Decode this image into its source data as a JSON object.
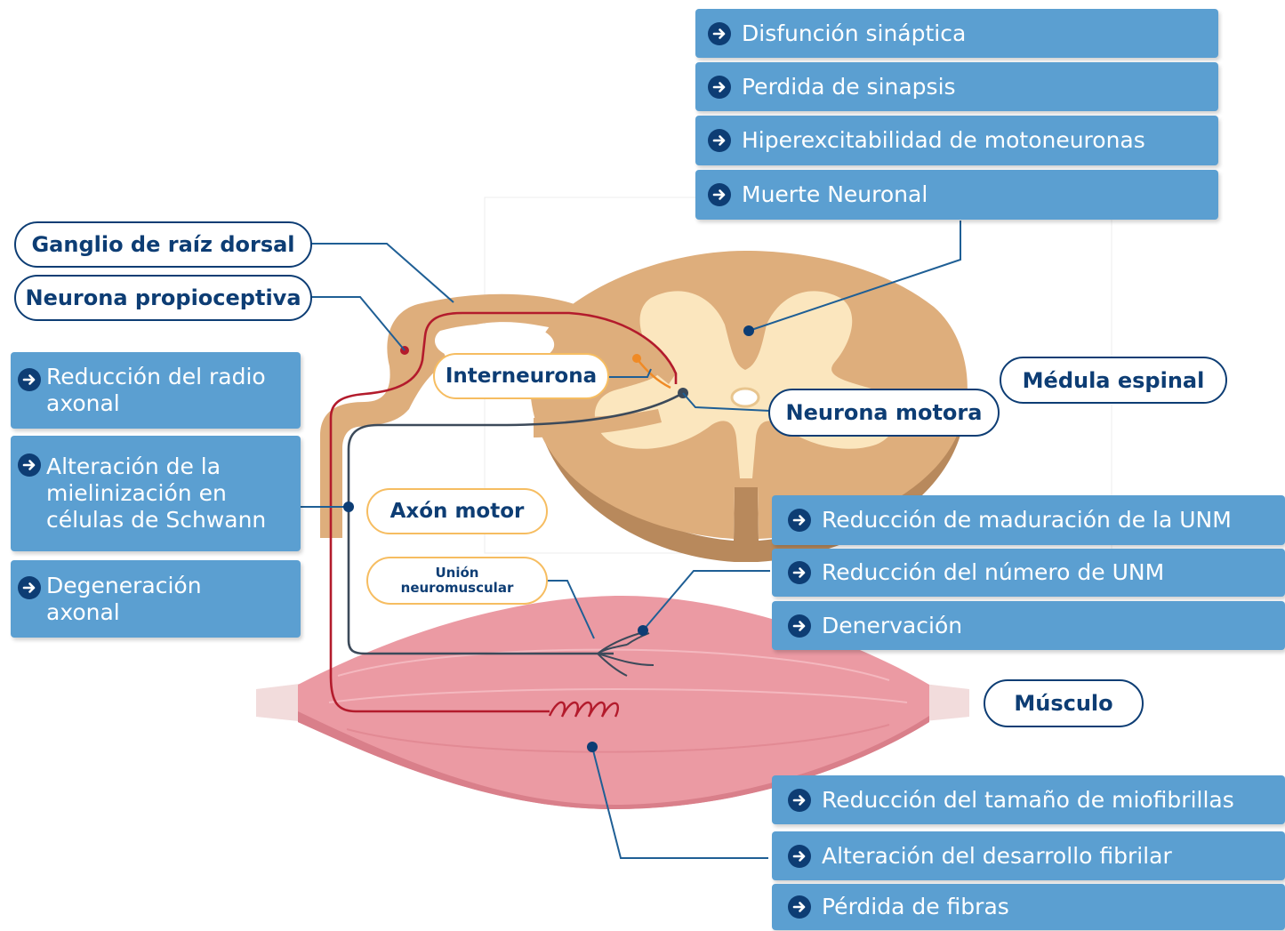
{
  "colors": {
    "box_fill": "#5b9fd1",
    "box_text": "#ffffff",
    "arrow_badge": "#0d3d74",
    "label_border_blue": "#0d3d74",
    "label_border_orange": "#f6bd61",
    "label_text": "#0d3d74",
    "spinal_outer": "#deae7c",
    "spinal_inner": "#fbe6be",
    "muscle": "#eb9aa3",
    "sensory_line": "#b31b2c",
    "motor_line": "#3c4a5a"
  },
  "icons": {
    "box_bullet": "arrow-right-circle-icon"
  },
  "spinal_cord_effects": [
    "Disfunción sináptica",
    "Perdida de sinapsis",
    "Hiperexcitabilidad de motoneuronas",
    "Muerte Neuronal"
  ],
  "axon_effects": [
    "Reducción del radio axonal",
    "Alteración de la mielinización en células de Schwann",
    "Degeneración axonal"
  ],
  "nmj_effects": [
    "Reducción de maduración de la UNM",
    "Reducción del número de UNM",
    "Denervación"
  ],
  "muscle_effects": [
    "Reducción del tamaño de miofibrillas",
    "Alteración del desarrollo fibrilar",
    "Pérdida de fibras"
  ],
  "labels": {
    "ganglio": "Ganglio de raíz dorsal",
    "propioceptiva": "Neurona propioceptiva",
    "interneurona": "Interneurona",
    "medula": "Médula espinal",
    "motora": "Neurona motora",
    "axon_motor": "Axón motor",
    "union": "Unión neuromuscular",
    "musculo": "Músculo"
  }
}
